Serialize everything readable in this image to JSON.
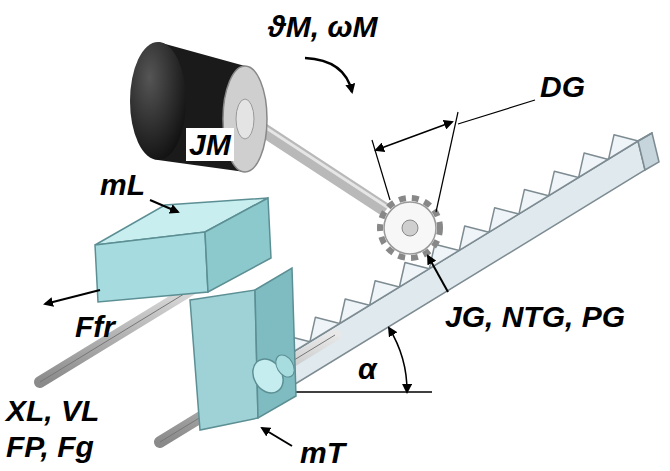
{
  "diagram": {
    "labels": [
      "ϑM, ωM",
      "DG",
      "JM",
      "mL",
      "JG, NTG, PG",
      "α",
      "Ffr",
      "XL, VL",
      "FP, Fg",
      "mT"
    ]
  }
}
